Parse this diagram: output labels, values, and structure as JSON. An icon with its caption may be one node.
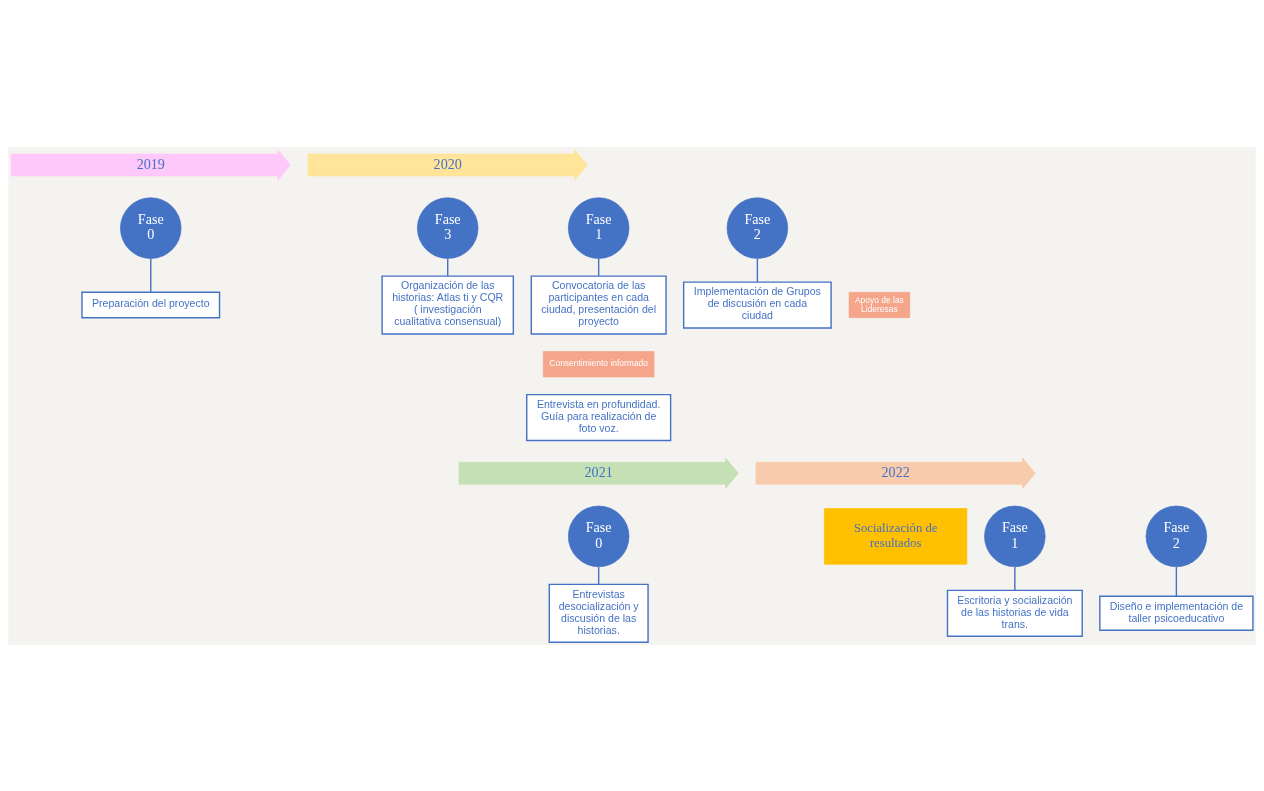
{
  "diagram": {
    "nodes": [
      {
        "text": [
          "2019"
        ]
      },
      {
        "text": [
          "2020"
        ]
      },
      {
        "text": [
          "Fase 0"
        ]
      },
      {
        "text": [
          "Fase 1"
        ]
      },
      {
        "text": [
          "Fase 2"
        ]
      },
      {
        "text": [
          "Fase 3"
        ]
      },
      {
        "text": [
          "Preparación del proyecto"
        ]
      },
      {
        "text": [
          "Convocatoria de las participantes en cada ciudad, presentación del proyecto"
        ]
      },
      {
        "text": [
          "Apoyo de las Lideresas"
        ]
      },
      {
        "text": [
          "Implementación de Grupos de discusión en cada ciudad"
        ]
      },
      {
        "text": [
          "Organización de las historias: Atlas ti y CQR ( investigación cualitativa consensual)"
        ]
      },
      {
        "text": [
          "Consentimiento informado"
        ]
      },
      {
        "text": [
          "Entrevista en profundidad. Guía para realización de foto voz."
        ]
      },
      {
        "text": [
          "2021"
        ]
      },
      {
        "text": [
          "2022"
        ]
      },
      {
        "text": [
          "Fase 0"
        ]
      },
      {
        "text": [
          "Fase 1"
        ]
      },
      {
        "text": [
          "Fase 2"
        ]
      },
      {
        "text": [
          "Socialización de resultados"
        ]
      },
      {
        "text": [
          "Entrevistas desocialización y discusión de las historias."
        ]
      },
      {
        "text": [
          "Escritoria y socialización de las historias de vida trans."
        ]
      },
      {
        "text": [
          "Diseño e implementación de taller psicoeducativo"
        ]
      }
    ],
    "edges": [
      {
        "from": 2,
        "to": 6,
        "arrow": "none"
      },
      {
        "from": 3,
        "to": 7,
        "arrow": "none"
      },
      {
        "from": 4,
        "to": 9,
        "arrow": "none"
      },
      {
        "from": 5,
        "to": 10,
        "arrow": "none"
      },
      {
        "from": 15,
        "to": 19,
        "arrow": "none"
      },
      {
        "from": 16,
        "to": 20,
        "arrow": "none"
      },
      {
        "from": 17,
        "to": 21,
        "arrow": "none"
      }
    ]
  }
}
